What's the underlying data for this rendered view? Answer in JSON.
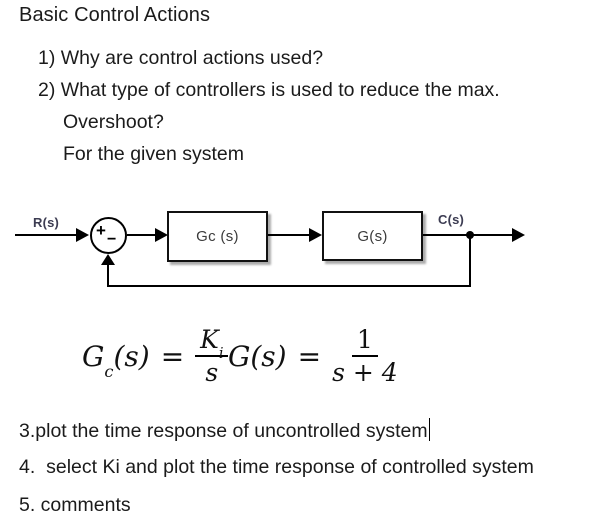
{
  "title": "Basic Control Actions",
  "questions": {
    "item1": "1) Why are control actions used?",
    "item2": "2) What type of controllers is used to reduce the max.",
    "item2_cont": "Overshoot?",
    "item3": "For the given system"
  },
  "diagram": {
    "input_label": "R(s)",
    "output_label": "C(s)",
    "controller_label": "Gc (s)",
    "plant_label": "G(s)",
    "sum_plus": "+",
    "sum_minus": "−",
    "line_color": "#000000",
    "label_color": "#3c3c52"
  },
  "formulas": {
    "controller": {
      "func": "G",
      "func_sub": "c",
      "arg": "(s)",
      "equals": "=",
      "num": "K",
      "num_sub": "i",
      "den": "s"
    },
    "plant": {
      "func": "G",
      "arg": "(s)",
      "equals": "=",
      "num": "1",
      "den": "s + 4"
    }
  },
  "tasks": {
    "item3": "3.plot the time response of uncontrolled system",
    "item4": "4.  select Ki and plot the time response of controlled system",
    "item5": "5. comments"
  }
}
